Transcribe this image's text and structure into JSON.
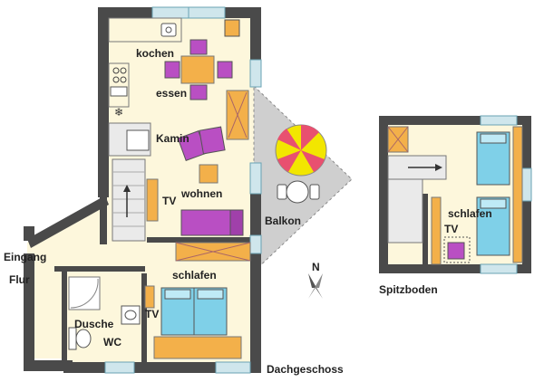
{
  "rooms": {
    "kochen": "kochen",
    "essen": "essen",
    "kamin": "Kamin",
    "wohnen": "wohnen",
    "tv_wohnen": "TV",
    "balkon": "Balkon",
    "eingang": "Eingang",
    "flur": "Flur",
    "schlafen": "schlafen",
    "tv_schlafen": "TV",
    "dusche": "Dusche",
    "wc": "WC",
    "dachgeschoss": "Dachgeschoss",
    "schlafen_spitz": "schlafen",
    "tv_spitz": "TV",
    "spitzboden": "Spitzboden"
  },
  "compass": {
    "label": "N"
  },
  "colors": {
    "wall": "#4a4a4a",
    "floor": "#fdf7dc",
    "window": "#cfe6ec",
    "wood": "#f3b04a",
    "purple": "#b94fc3",
    "bed": "#7fd0e8",
    "balcony": "#cfcfcf",
    "umbrella_yellow": "#f2e600",
    "umbrella_red": "#e85070"
  }
}
